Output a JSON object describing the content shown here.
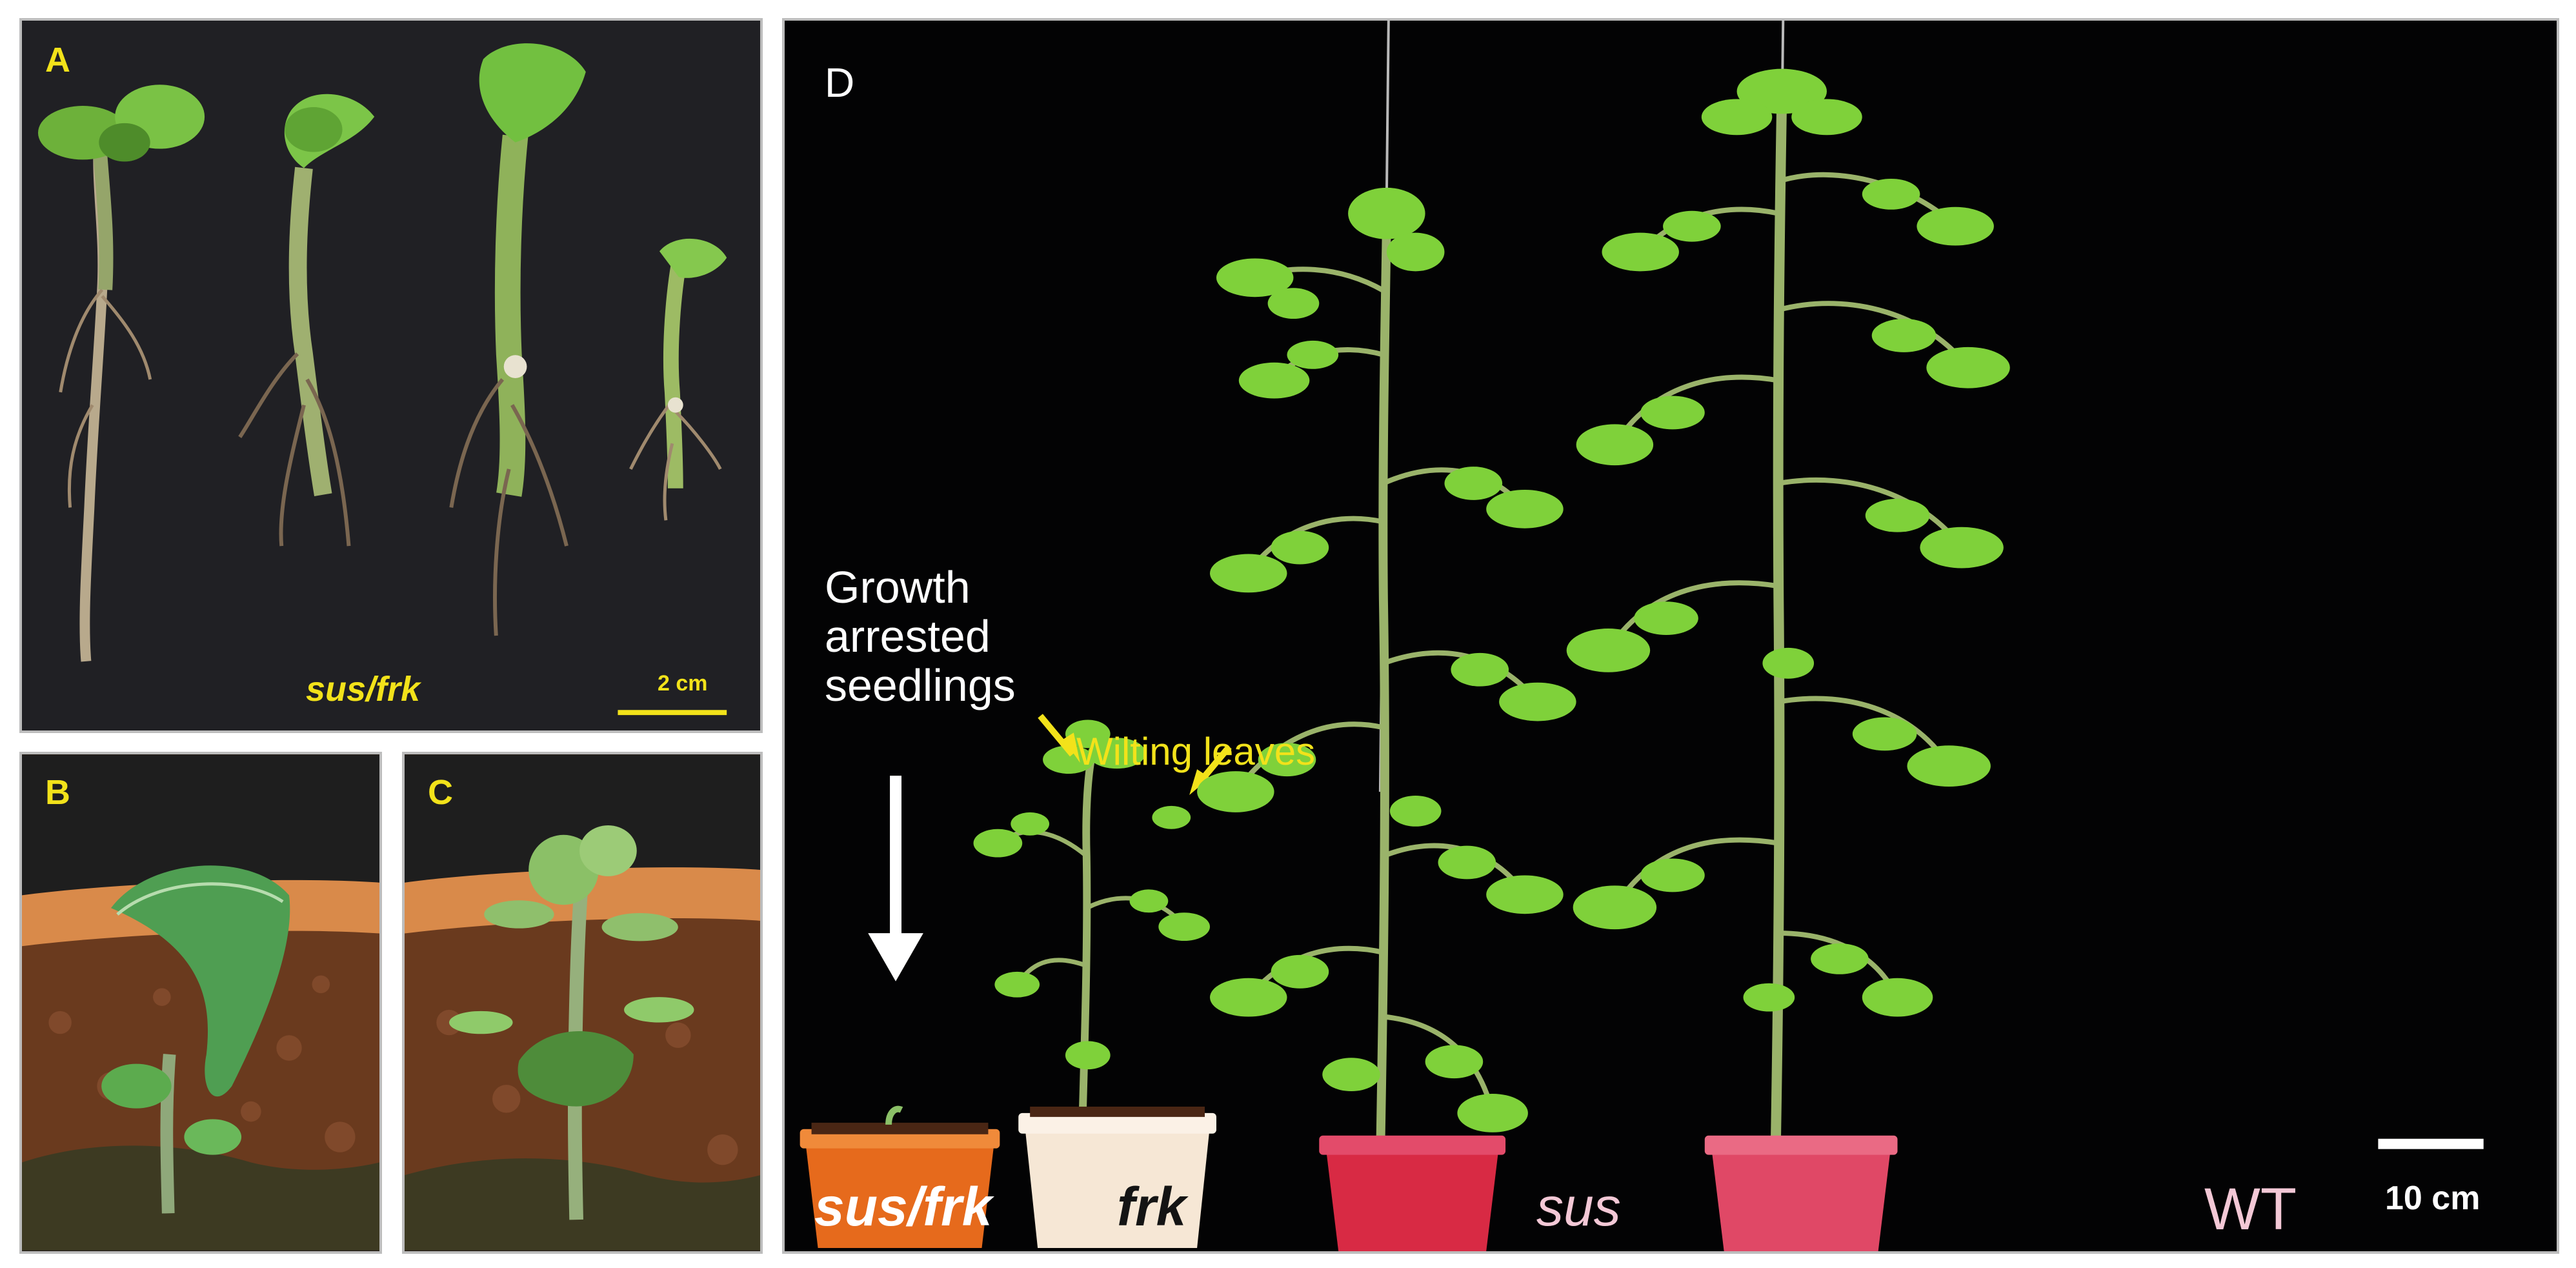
{
  "figure": {
    "panel_a": {
      "letter": "A",
      "genotype_label": "sus/frk",
      "scale_bar_label": "2 cm"
    },
    "panel_b": {
      "letter": "B"
    },
    "panel_c": {
      "letter": "C"
    },
    "panel_d": {
      "letter": "D",
      "arrested_label": "Growth arrested seedlings",
      "wilting_label": "Wilting leaves",
      "pot_labels": {
        "sus_frk": "sus/frk",
        "frk": "frk",
        "sus": "sus",
        "wt": "WT"
      },
      "scale_bar_label": "10 cm"
    }
  },
  "colors": {
    "label_yellow": "#f2e21a",
    "label_white": "#ffffff",
    "leaf_green": "#6fbf2a",
    "stem_green": "#9ab36a",
    "root_tan": "#b09a78",
    "soil_brown": "#6a3a1e",
    "pot_orange": "#e66a1c",
    "pot_cream": "#f6e7d5",
    "pot_red": "#d82a44",
    "pot_pink": "#e34b6a"
  }
}
